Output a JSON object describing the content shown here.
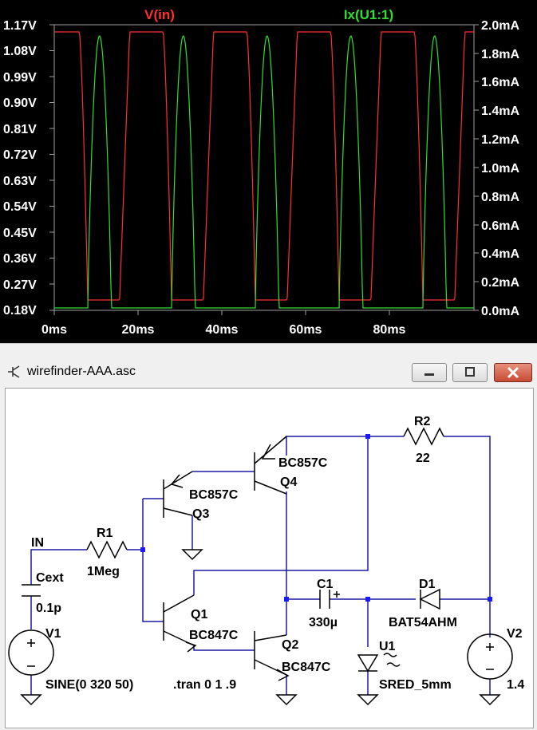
{
  "plot": {
    "background": "#000000",
    "traces": [
      {
        "name": "V(in)",
        "color": "#ff3030"
      },
      {
        "name": "Ix(U1:1)",
        "color": "#30e030"
      }
    ],
    "left_axis": [
      "1.17V",
      "1.08V",
      "0.99V",
      "0.90V",
      "0.81V",
      "0.72V",
      "0.63V",
      "0.54V",
      "0.45V",
      "0.36V",
      "0.27V",
      "0.18V"
    ],
    "right_axis": [
      "2.0mA",
      "1.8mA",
      "1.6mA",
      "1.4mA",
      "1.2mA",
      "1.0mA",
      "0.8mA",
      "0.6mA",
      "0.4mA",
      "0.2mA",
      "0.0mA"
    ],
    "x_axis": [
      "0ms",
      "20ms",
      "40ms",
      "60ms",
      "80ms"
    ]
  },
  "window": {
    "title": "wirefinder-AAA.asc",
    "buttons": {
      "minimize": "minimize",
      "maximize": "maximize",
      "close": "close"
    }
  },
  "schematic": {
    "labels": {
      "in_net": "IN",
      "cext": "Cext",
      "cext_val": "0.1p",
      "v1": "V1",
      "v1_val": "SINE(0 320 50)",
      "r1": "R1",
      "r1_val": "1Meg",
      "q3": "BC857C",
      "q3_name": "Q3",
      "q4": "BC857C",
      "q4_name": "Q4",
      "q1_name": "Q1",
      "q1": "BC847C",
      "q2_name": "Q2",
      "q2": "BC847C",
      "tran": ".tran 0 1 .9",
      "r2": "R2",
      "r2_val": "22",
      "c1": "C1",
      "c1_val": "330µ",
      "d1": "D1",
      "d1_val": "BAT54AHM",
      "u1": "U1",
      "u1_val": "SRED_5mm",
      "v2": "V2",
      "v2_val": "1.4"
    },
    "wire_color": "#1a1aa0",
    "node_color": "#1a1aff"
  }
}
